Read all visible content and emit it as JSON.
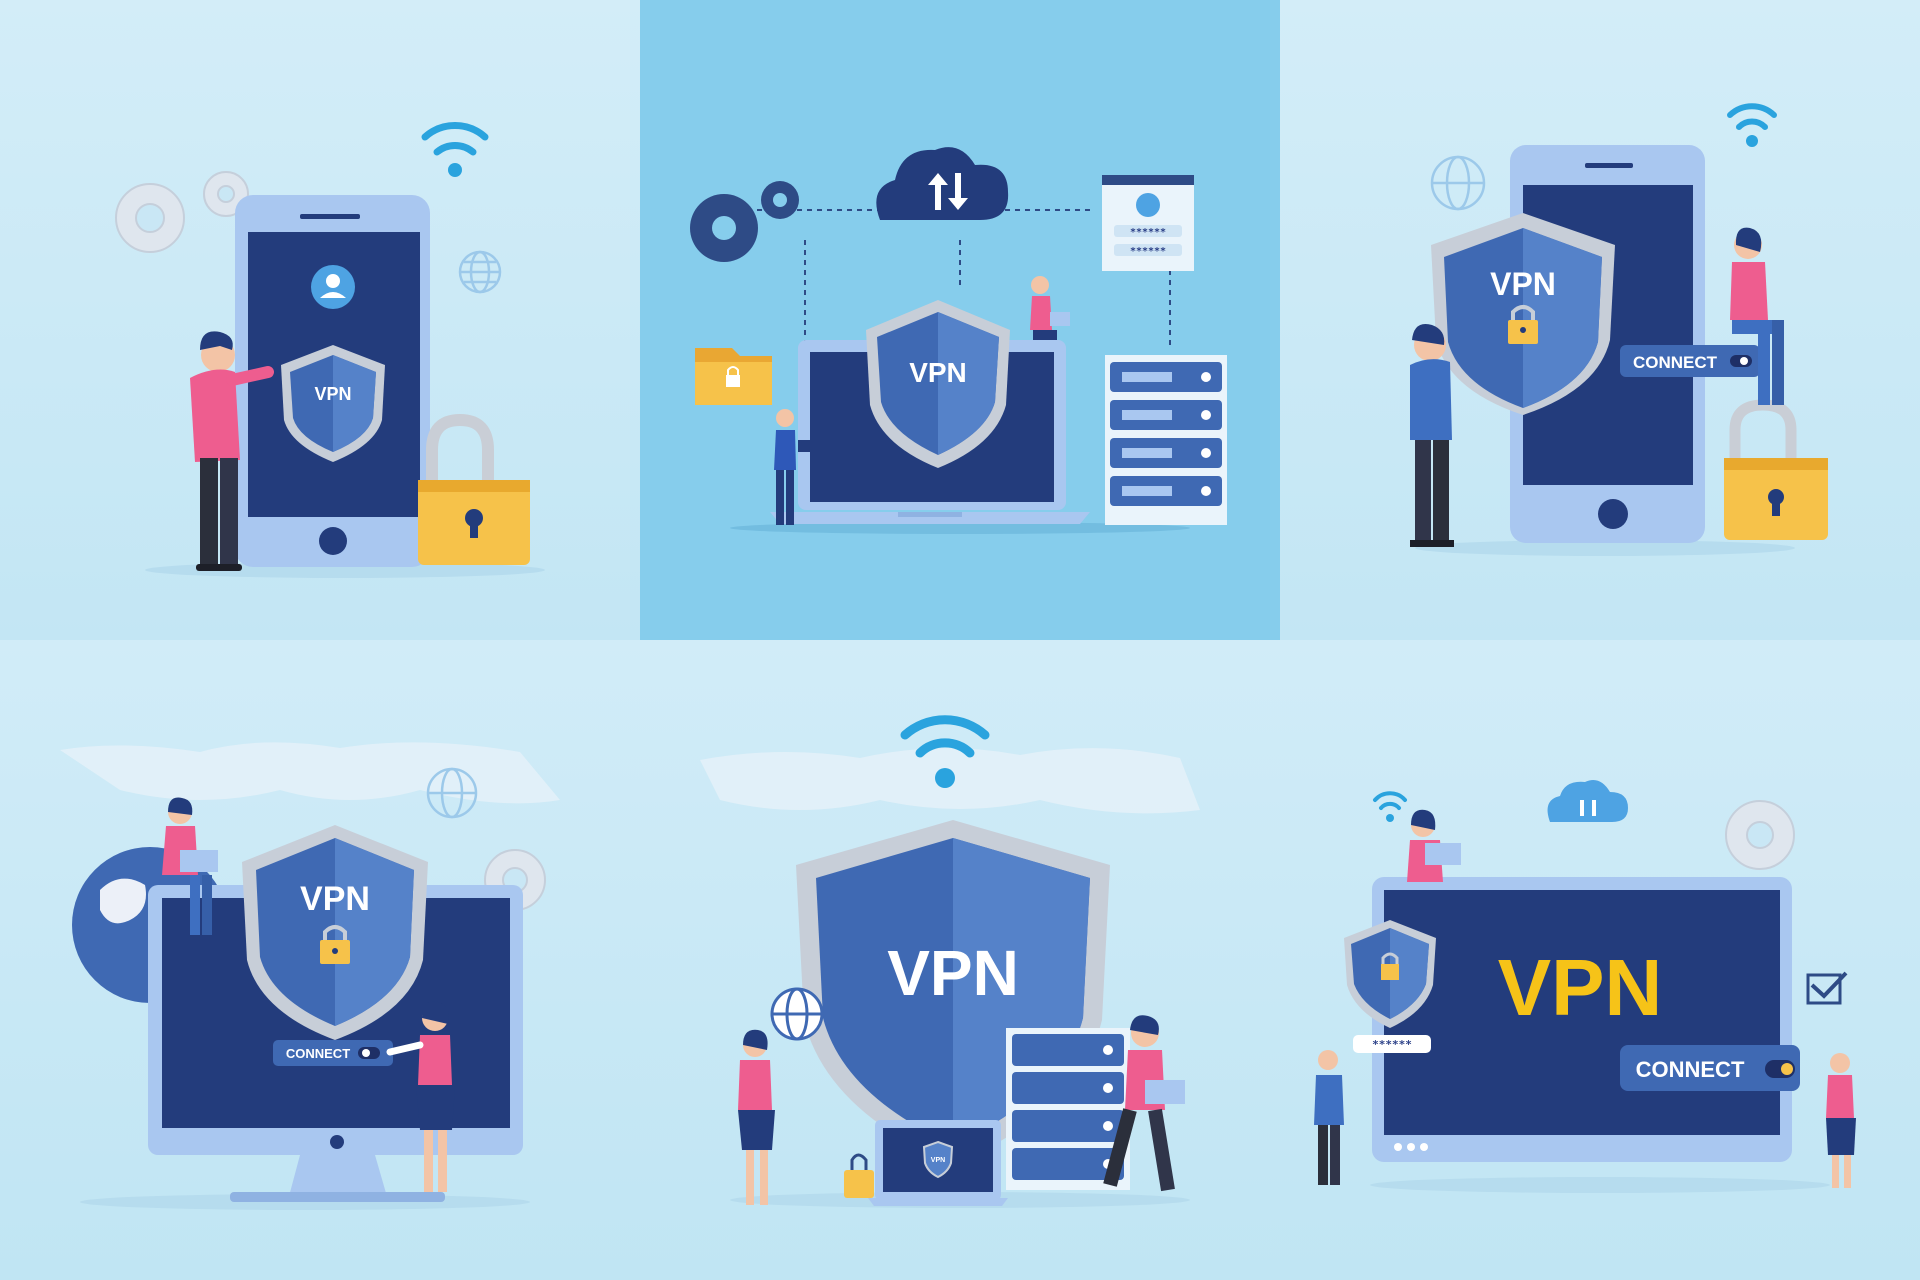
{
  "colors": {
    "shield_blue": "#3f69b3",
    "shield_silver": "#c7ced8",
    "screen_navy": "#223a7a",
    "device_light": "#a9c7f0",
    "lock_gold": "#f6c24a",
    "pink_shirt": "#ee5d8f",
    "accent_cyan": "#2aa3de"
  },
  "panel1": {
    "shield_label": "VPN",
    "icons": [
      "gear-icon",
      "wifi-icon",
      "globe-icon",
      "user-icon",
      "padlock-icon"
    ]
  },
  "panel2": {
    "shield_label": "VPN",
    "password_mask_1": "******",
    "password_mask_2": "******",
    "icons": [
      "cloud-sync-icon",
      "gear-icon",
      "folder-lock-icon",
      "server-icon",
      "login-card-icon"
    ]
  },
  "panel3": {
    "shield_label": "VPN",
    "connect_label": "CONNECT",
    "icons": [
      "wifi-icon",
      "globe-icon",
      "padlock-icon"
    ]
  },
  "panel4": {
    "shield_label": "VPN",
    "connect_label": "CONNECT",
    "icons": [
      "globe-icon",
      "gear-icon",
      "padlock-icon"
    ]
  },
  "panel5": {
    "shield_label": "VPN",
    "laptop_badge": "VPN",
    "icons": [
      "wifi-icon",
      "globe-icon",
      "server-icon",
      "padlock-icon"
    ]
  },
  "panel6": {
    "title": "VPN",
    "connect_label": "CONNECT",
    "password_mask": "******",
    "icons": [
      "wifi-icon",
      "cloud-sync-icon",
      "gear-icon",
      "check-icon",
      "padlock-icon"
    ]
  }
}
